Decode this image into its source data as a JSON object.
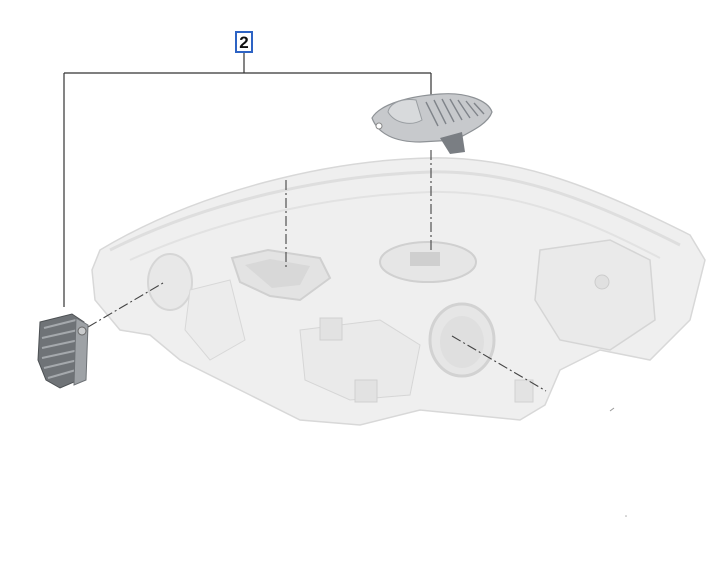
{
  "diagram": {
    "type": "exploded parts diagram",
    "subject": "Headlight assembly (rear view) with control units / ballast modules",
    "callout": {
      "label": "2",
      "border_color": "#2d63c4"
    },
    "parts": [
      {
        "id": "ballast-module-top",
        "description": "Finned control module (heatsink cover)"
      },
      {
        "id": "ballast-module-left",
        "description": "Finned LED driver / fan module"
      },
      {
        "id": "headlight-housing",
        "description": "Headlight housing shown faded (context)"
      }
    ],
    "colors": {
      "leader_line": "#333333",
      "housing_fill": "#ececec",
      "housing_stroke": "#d6d6d6",
      "part_fill": "#b9bcbf",
      "part_dark": "#5f6366"
    }
  }
}
